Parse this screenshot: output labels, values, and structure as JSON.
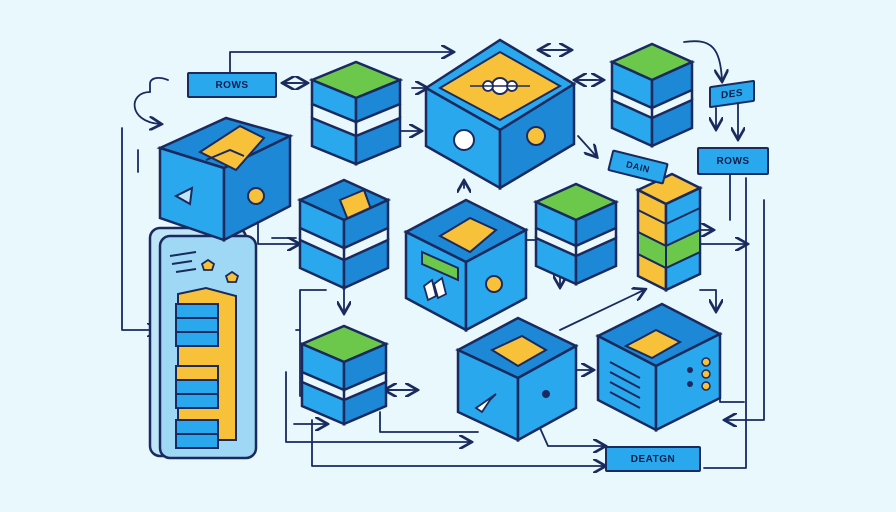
{
  "colors": {
    "background": "#e8f8fd",
    "box_blue": "#2aa8ee",
    "box_blue_dark": "#1d88d6",
    "accent_green": "#6cc84a",
    "accent_yellow": "#f7c23a",
    "outline": "#1a2a5e"
  },
  "labels": {
    "rows_left": "ROWS",
    "rows_right": "ROWS",
    "des": "DES",
    "dain": "DAIN",
    "deaton": "DEATGN"
  },
  "icons": [
    "database-stack-icon",
    "open-box-icon",
    "document-icon",
    "sun-icon",
    "gear-icon",
    "warning-triangle-icon",
    "arrow-icon"
  ]
}
